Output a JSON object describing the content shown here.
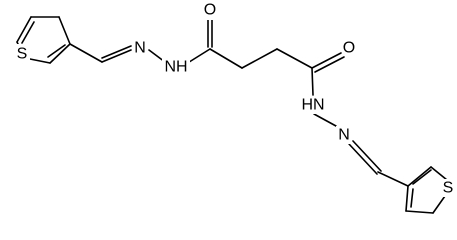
{
  "molecule": {
    "atoms": [
      {
        "id": "S1",
        "label": "S"
      },
      {
        "id": "O1",
        "label": "O"
      },
      {
        "id": "O2",
        "label": "O"
      },
      {
        "id": "N1",
        "label": "N"
      },
      {
        "id": "NH1",
        "label": "NH"
      },
      {
        "id": "HN2",
        "label": "HN"
      },
      {
        "id": "N2",
        "label": "N"
      },
      {
        "id": "S2",
        "label": "S"
      }
    ]
  }
}
